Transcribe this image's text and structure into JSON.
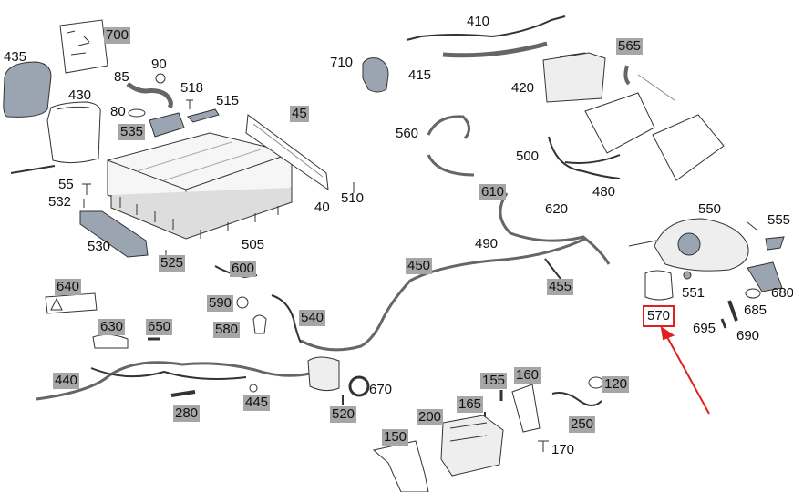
{
  "diagram": {
    "callouts": [
      {
        "id": "435",
        "highlighted": false
      },
      {
        "id": "700",
        "highlighted": true
      },
      {
        "id": "90",
        "highlighted": false
      },
      {
        "id": "85",
        "highlighted": false
      },
      {
        "id": "518",
        "highlighted": false
      },
      {
        "id": "515",
        "highlighted": false
      },
      {
        "id": "430",
        "highlighted": false
      },
      {
        "id": "80",
        "highlighted": false
      },
      {
        "id": "535",
        "highlighted": true
      },
      {
        "id": "45",
        "highlighted": true
      },
      {
        "id": "710",
        "highlighted": false
      },
      {
        "id": "410",
        "highlighted": false
      },
      {
        "id": "415",
        "highlighted": false
      },
      {
        "id": "565",
        "highlighted": true
      },
      {
        "id": "420",
        "highlighted": false
      },
      {
        "id": "560",
        "highlighted": false
      },
      {
        "id": "500",
        "highlighted": false
      },
      {
        "id": "480",
        "highlighted": false
      },
      {
        "id": "55",
        "highlighted": false
      },
      {
        "id": "532",
        "highlighted": false
      },
      {
        "id": "510",
        "highlighted": false
      },
      {
        "id": "40",
        "highlighted": false
      },
      {
        "id": "610",
        "highlighted": true
      },
      {
        "id": "620",
        "highlighted": false
      },
      {
        "id": "550",
        "highlighted": false
      },
      {
        "id": "555",
        "highlighted": false
      },
      {
        "id": "530",
        "highlighted": false
      },
      {
        "id": "505",
        "highlighted": false
      },
      {
        "id": "525",
        "highlighted": true
      },
      {
        "id": "490",
        "highlighted": false
      },
      {
        "id": "600",
        "highlighted": true
      },
      {
        "id": "450",
        "highlighted": true
      },
      {
        "id": "640",
        "highlighted": true
      },
      {
        "id": "590",
        "highlighted": true
      },
      {
        "id": "540",
        "highlighted": true
      },
      {
        "id": "455",
        "highlighted": true
      },
      {
        "id": "551",
        "highlighted": false
      },
      {
        "id": "680",
        "highlighted": false
      },
      {
        "id": "685",
        "highlighted": false
      },
      {
        "id": "570",
        "highlighted": false
      },
      {
        "id": "695",
        "highlighted": false
      },
      {
        "id": "690",
        "highlighted": false
      },
      {
        "id": "630",
        "highlighted": true
      },
      {
        "id": "650",
        "highlighted": true
      },
      {
        "id": "580",
        "highlighted": true
      },
      {
        "id": "440",
        "highlighted": true
      },
      {
        "id": "670",
        "highlighted": false
      },
      {
        "id": "445",
        "highlighted": true
      },
      {
        "id": "155",
        "highlighted": true
      },
      {
        "id": "160",
        "highlighted": true
      },
      {
        "id": "120",
        "highlighted": true
      },
      {
        "id": "165",
        "highlighted": true
      },
      {
        "id": "280",
        "highlighted": true
      },
      {
        "id": "520",
        "highlighted": true
      },
      {
        "id": "200",
        "highlighted": true
      },
      {
        "id": "250",
        "highlighted": true
      },
      {
        "id": "150",
        "highlighted": true
      },
      {
        "id": "170",
        "highlighted": false
      }
    ],
    "selected_callout": "570",
    "colors": {
      "label_highlight": "#a6a6a6",
      "selection": "#e02020",
      "part_fill": "#eeeeee",
      "part_dark": "#9aa5b1",
      "line": "#333333"
    }
  }
}
